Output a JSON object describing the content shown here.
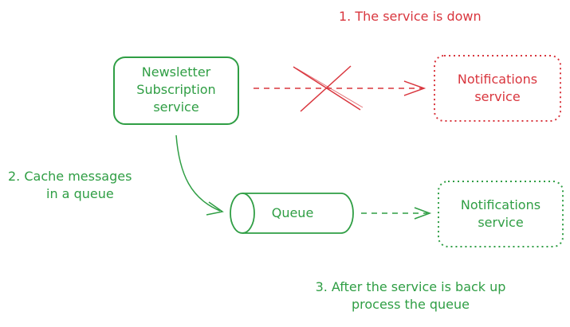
{
  "colors": {
    "red": "#d9363e",
    "green": "#2f9e44"
  },
  "annotations": {
    "service_down": "1. The service is down",
    "cache_messages_line1": "2. Cache messages",
    "cache_messages_line2": "in a queue",
    "back_up_line1": "3. After the service is back up",
    "back_up_line2": "process the queue"
  },
  "nodes": {
    "newsletter": {
      "line1": "Newsletter",
      "line2": "Subscription",
      "line3": "service"
    },
    "notifications_down": {
      "line1": "Notifications",
      "line2": "service"
    },
    "queue": {
      "label": "Queue"
    },
    "notifications_up": {
      "line1": "Notifications",
      "line2": "service"
    }
  },
  "icons": [
    "x-cross-icon",
    "arrow-icon"
  ]
}
